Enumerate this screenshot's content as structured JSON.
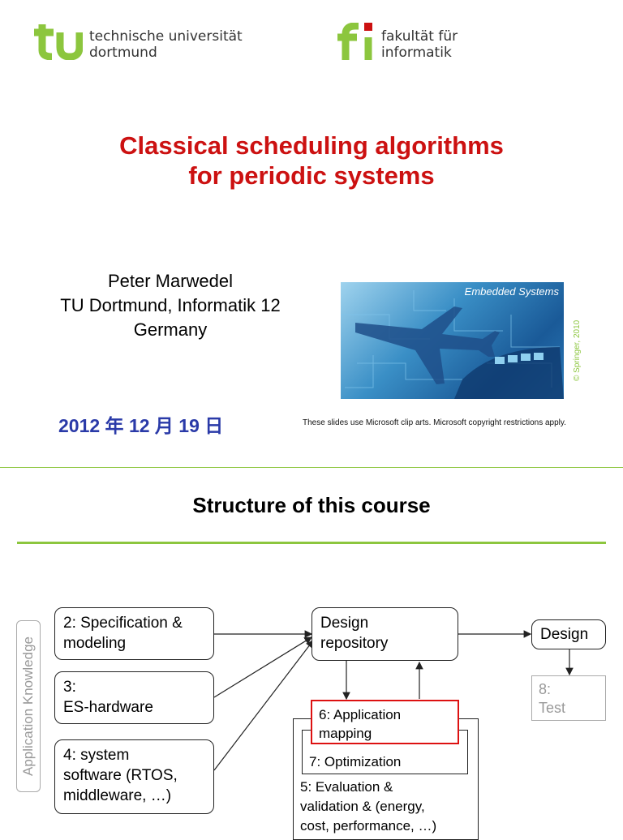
{
  "slide1": {
    "logo_left": {
      "line1": "technische universität",
      "line2": "dortmund"
    },
    "logo_right": {
      "line1": "fakultät für",
      "line2": "informatik"
    },
    "title": {
      "line1": "Classical scheduling algorithms",
      "line2": "for periodic systems"
    },
    "author": {
      "line1": "Peter Marwedel",
      "line2": "TU Dortmund, Informatik 12",
      "line3": "Germany"
    },
    "book_title": "Embedded Systems",
    "springer": "© Springer, 2010",
    "date": "2012 年  12  月  19  日",
    "note": "These slides use Microsoft clip arts. Microsoft copyright restrictions apply.",
    "colors": {
      "accent_green": "#8cc63e",
      "title_red": "#cc1111",
      "date_blue": "#2a3aa8"
    }
  },
  "slide2": {
    "title": "Structure of this course",
    "side_label": "Application Knowledge",
    "boxes": {
      "spec": {
        "line1": "2: Specification &",
        "line2": "modeling"
      },
      "hw": {
        "line1": "3:",
        "line2": "ES-hardware"
      },
      "sw": {
        "line1": "4: system",
        "line2": "software (RTOS,",
        "line3": "middleware, …)"
      },
      "repo": {
        "line1": "Design",
        "line2": "repository"
      },
      "design": "Design",
      "test": {
        "line1": "8:",
        "line2": "Test"
      },
      "mapping": {
        "line1": "6: Application",
        "line2": "mapping"
      },
      "optim": "7: Optimization",
      "eval": {
        "line1": "5: Evaluation &",
        "line2": "validation & (energy,",
        "line3": "cost, performance, …)"
      }
    }
  }
}
